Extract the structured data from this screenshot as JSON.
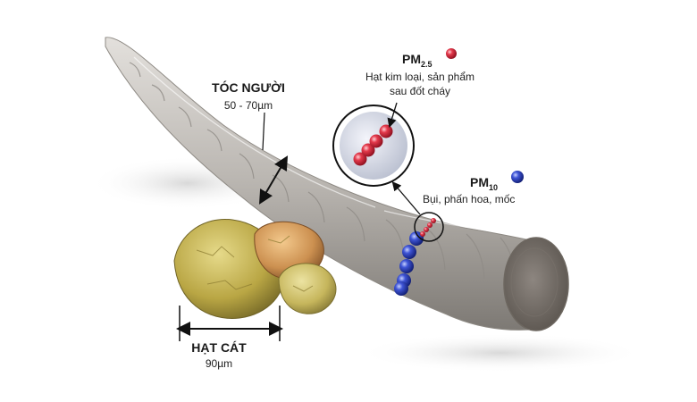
{
  "hair": {
    "title": "TÓC NGƯỜI",
    "size": "50 - 70µm"
  },
  "sand": {
    "title": "HẠT CÁT",
    "size": "90µm"
  },
  "pm25": {
    "prefix": "PM",
    "subscript": "2.5",
    "desc_line1": "Hạt kim loại, sản phẩm",
    "desc_line2": "sau đốt cháy",
    "color": "#d8283c"
  },
  "pm10": {
    "prefix": "PM",
    "subscript": "10",
    "desc": "Bụi, phấn hoa, mốc",
    "color": "#3a4fc8"
  },
  "colors": {
    "hair": "#b9b5b0",
    "sand": "#c9b34e"
  }
}
